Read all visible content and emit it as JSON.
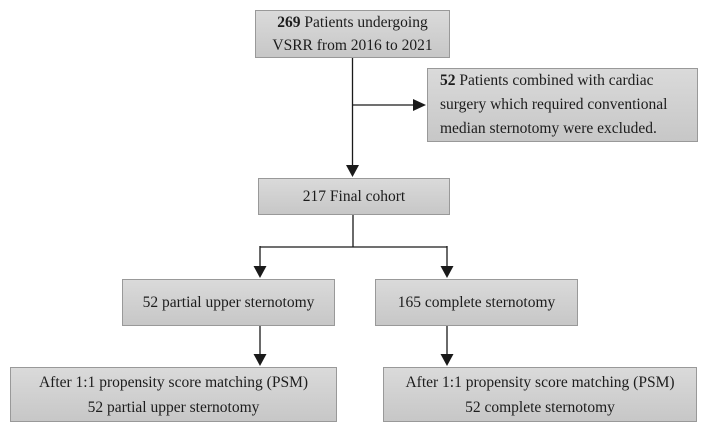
{
  "colors": {
    "background": "#ffffff",
    "box_fill_top": "#dadada",
    "box_fill_bottom": "#c7c7c7",
    "box_border": "#999999",
    "line": "#1a1a1a",
    "text": "#1c1c1c"
  },
  "nodes": {
    "initial": {
      "count": "269",
      "line1_rest": " Patients undergoing",
      "line2": "VSRR from 2016 to 2021"
    },
    "excluded": {
      "count": "52",
      "line1_rest": " Patients combined with cardiac",
      "line2": "surgery which required conventional",
      "line3": "median sternotomy were excluded."
    },
    "final_cohort": {
      "label": "217 Final cohort"
    },
    "partial_sternotomy": {
      "label": "52 partial upper sternotomy"
    },
    "complete_sternotomy": {
      "label": "165 complete sternotomy"
    },
    "psm_partial": {
      "line1": "After 1:1 propensity score matching (PSM)",
      "line2": "52 partial upper sternotomy"
    },
    "psm_complete": {
      "line1": "After 1:1 propensity score matching (PSM)",
      "line2": "52 complete sternotomy"
    }
  }
}
